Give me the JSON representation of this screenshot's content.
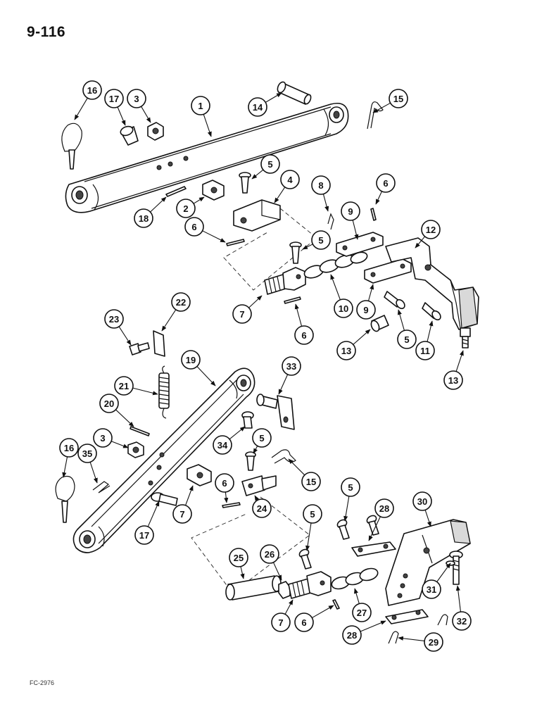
{
  "page": {
    "number": "9-116",
    "figure_code": "FC-2976"
  },
  "callouts": [
    {
      "id": "c1",
      "label": "1"
    },
    {
      "id": "c2",
      "label": "2"
    },
    {
      "id": "c3a",
      "label": "3"
    },
    {
      "id": "c3b",
      "label": "3"
    },
    {
      "id": "c4",
      "label": "4"
    },
    {
      "id": "c5a",
      "label": "5"
    },
    {
      "id": "c5b",
      "label": "5"
    },
    {
      "id": "c5c",
      "label": "5"
    },
    {
      "id": "c5d",
      "label": "5"
    },
    {
      "id": "c5e",
      "label": "5"
    },
    {
      "id": "c5f",
      "label": "5"
    },
    {
      "id": "c6a",
      "label": "6"
    },
    {
      "id": "c6b",
      "label": "6"
    },
    {
      "id": "c6c",
      "label": "6"
    },
    {
      "id": "c6d",
      "label": "6"
    },
    {
      "id": "c6e",
      "label": "6"
    },
    {
      "id": "c7a",
      "label": "7"
    },
    {
      "id": "c7b",
      "label": "7"
    },
    {
      "id": "c7c",
      "label": "7"
    },
    {
      "id": "c8",
      "label": "8"
    },
    {
      "id": "c9a",
      "label": "9"
    },
    {
      "id": "c9b",
      "label": "9"
    },
    {
      "id": "c10",
      "label": "10"
    },
    {
      "id": "c11",
      "label": "11"
    },
    {
      "id": "c12",
      "label": "12"
    },
    {
      "id": "c13a",
      "label": "13"
    },
    {
      "id": "c13b",
      "label": "13"
    },
    {
      "id": "c14",
      "label": "14"
    },
    {
      "id": "c15a",
      "label": "15"
    },
    {
      "id": "c15b",
      "label": "15"
    },
    {
      "id": "c16a",
      "label": "16"
    },
    {
      "id": "c16b",
      "label": "16"
    },
    {
      "id": "c17a",
      "label": "17"
    },
    {
      "id": "c17b",
      "label": "17"
    },
    {
      "id": "c18",
      "label": "18"
    },
    {
      "id": "c19",
      "label": "19"
    },
    {
      "id": "c20",
      "label": "20"
    },
    {
      "id": "c21",
      "label": "21"
    },
    {
      "id": "c22",
      "label": "22"
    },
    {
      "id": "c23",
      "label": "23"
    },
    {
      "id": "c24",
      "label": "24"
    },
    {
      "id": "c25",
      "label": "25"
    },
    {
      "id": "c26",
      "label": "26"
    },
    {
      "id": "c27",
      "label": "27"
    },
    {
      "id": "c28a",
      "label": "28"
    },
    {
      "id": "c28b",
      "label": "28"
    },
    {
      "id": "c29",
      "label": "29"
    },
    {
      "id": "c30",
      "label": "30"
    },
    {
      "id": "c31",
      "label": "31"
    },
    {
      "id": "c32",
      "label": "32"
    },
    {
      "id": "c33",
      "label": "33"
    },
    {
      "id": "c34",
      "label": "34"
    },
    {
      "id": "c35",
      "label": "35"
    }
  ]
}
